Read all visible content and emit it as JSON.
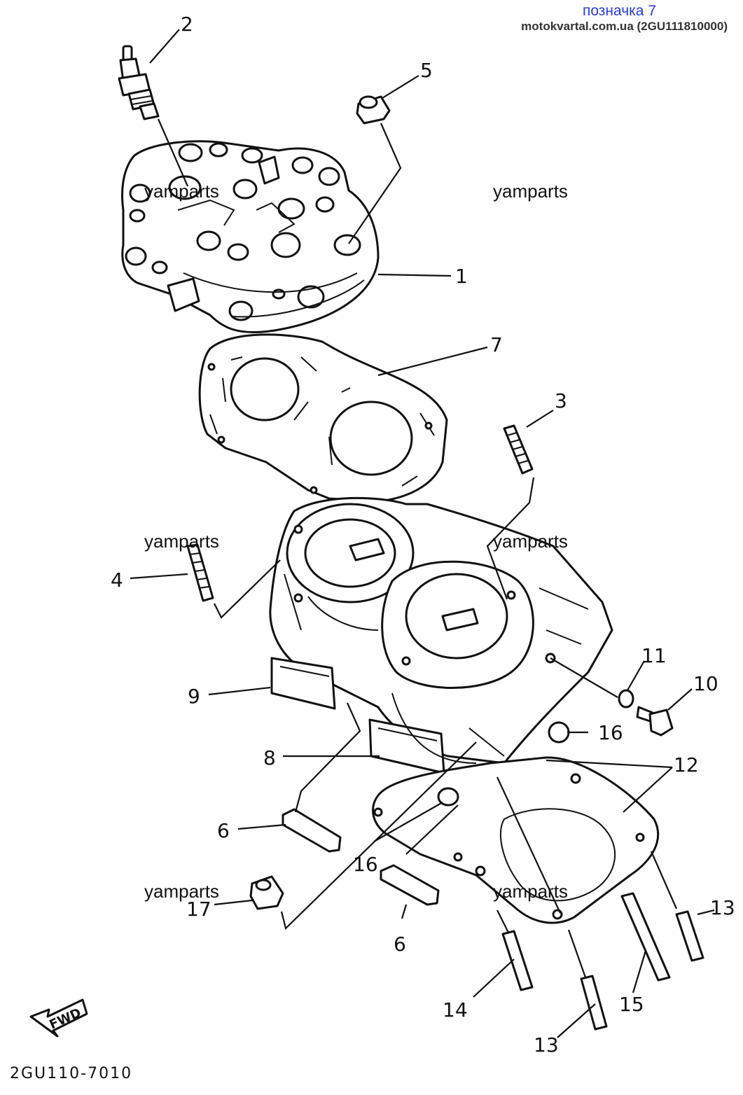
{
  "header": {
    "title": "позначка 7",
    "subtitle": "motokvartal.com.ua (2GU111810000)"
  },
  "watermark": "yamparts",
  "drawing_code": "2GU110-7010",
  "fwd_label": "FWD",
  "callouts": {
    "c1": "1",
    "c2": "2",
    "c3": "3",
    "c4": "4",
    "c5": "5",
    "c6a": "6",
    "c6b": "6",
    "c7": "7",
    "c8": "8",
    "c9": "9",
    "c10": "10",
    "c11": "11",
    "c12": "12",
    "c13a": "13",
    "c13b": "13",
    "c14": "14",
    "c15": "15",
    "c16a": "16",
    "c16b": "16",
    "c17": "17"
  }
}
